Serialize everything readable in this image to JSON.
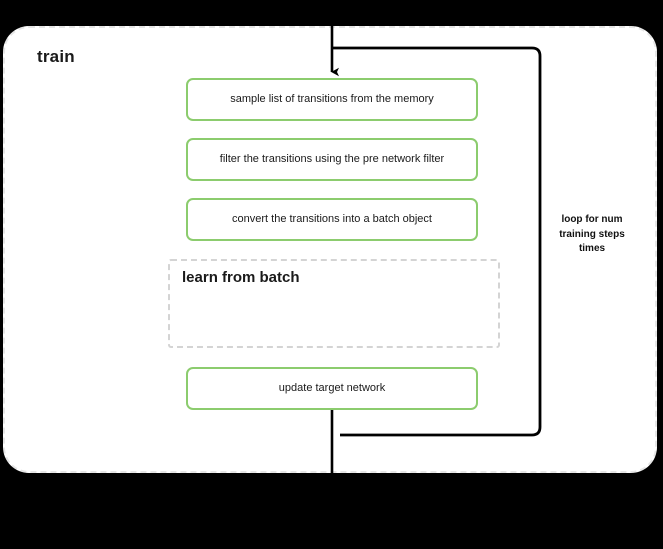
{
  "diagram": {
    "container": {
      "title": "train"
    },
    "nodes": [
      {
        "id": "sample",
        "label": "sample list of transitions from the memory"
      },
      {
        "id": "filter",
        "label": "filter the transitions using the pre network filter"
      },
      {
        "id": "convert",
        "label": "convert the transitions into a batch object"
      },
      {
        "id": "update",
        "label": "update target network"
      }
    ],
    "subgraph": {
      "title": "learn from batch"
    },
    "edges": {
      "loop_label": "loop for num training steps times"
    },
    "colors": {
      "node_border": "#8ccc6e",
      "node_fill": "#ffffff",
      "container_border": "#e6e6e6",
      "subgraph_border": "#d4d4d4",
      "edge": "#000000",
      "text": "#1a1a1a",
      "backdrop": "#000000"
    }
  }
}
